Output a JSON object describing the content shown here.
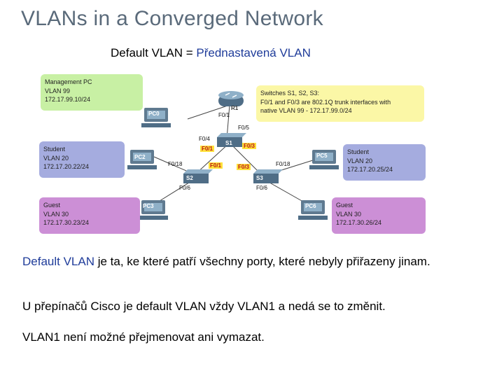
{
  "title": "VLANs in a Converged Network",
  "subtitle": {
    "term": "Default VLAN",
    "eq": " = ",
    "translation": "Přednastavená VLAN"
  },
  "boxes": {
    "mgmt": [
      "Management PC",
      "VLAN 99",
      "172.17.99.10/24"
    ],
    "switches": [
      "Switches S1, S2, S3:",
      "F0/1 and F0/3 are 802.1Q trunk interfaces with",
      "native VLAN 99 - 172.17.99.0/24"
    ],
    "student_left": [
      "Student",
      "VLAN 20",
      "172.17.20.22/24"
    ],
    "student_right": [
      "Student",
      "VLAN 20",
      "172.17.20.25/24"
    ],
    "guest_left": [
      "Guest",
      "VLAN 30",
      "172.17.30.23/24"
    ],
    "guest_right": [
      "Guest",
      "VLAN 30",
      "172.17.30.26/24"
    ]
  },
  "devices": {
    "r1": "R1",
    "s1": "S1",
    "s2": "S2",
    "s3": "S3",
    "pc0": "PC0",
    "pc2": "PC2",
    "pc3": "PC3",
    "pc5": "PC5",
    "pc6": "PC6"
  },
  "ports": {
    "r1_f01": "F0/1",
    "s1_f05": "F0/5",
    "s1_f04": "F0/4",
    "s1_f01": "F0/1",
    "s1_f03": "F0/3",
    "s2_f018": "F0/18",
    "s2_f01": "F0/1",
    "s2_f06": "F0/6",
    "s3_f03": "F0/3",
    "s3_f018": "F0/18",
    "s3_f06": "F0/6"
  },
  "body": {
    "p1_term": "Default VLAN",
    "p1_rest": " je ta, ke které patří všechny porty, které nebyly přiřazeny jinam.",
    "p2": "U přepínačů Cisco je default VLAN vždy VLAN1 a nedá se to změnit.",
    "p3": "VLAN1 není možné přejmenovat ani vymazat."
  }
}
